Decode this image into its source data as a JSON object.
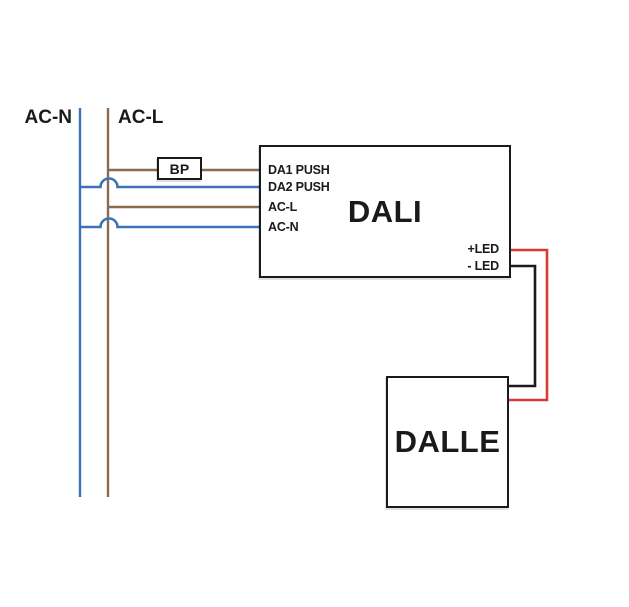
{
  "diagram": {
    "supply": {
      "neutral_label": "AC-N",
      "live_label": "AC-L"
    },
    "push_button": {
      "label": "BP"
    },
    "driver": {
      "title": "DALI",
      "terminals_left": [
        "DA1 PUSH",
        "DA2 PUSH",
        "AC-L",
        "AC-N"
      ],
      "terminals_right": [
        "+LED",
        "- LED"
      ]
    },
    "panel": {
      "title": "DALLE"
    },
    "colors": {
      "neutral_wire_blue": "#3b73b6",
      "live_wire_brown": "#8b6b4d",
      "led_positive_red": "#d93a33",
      "led_negative_black": "#1a1a1a",
      "outline": "#1a1a1a",
      "background": "#ffffff"
    }
  }
}
